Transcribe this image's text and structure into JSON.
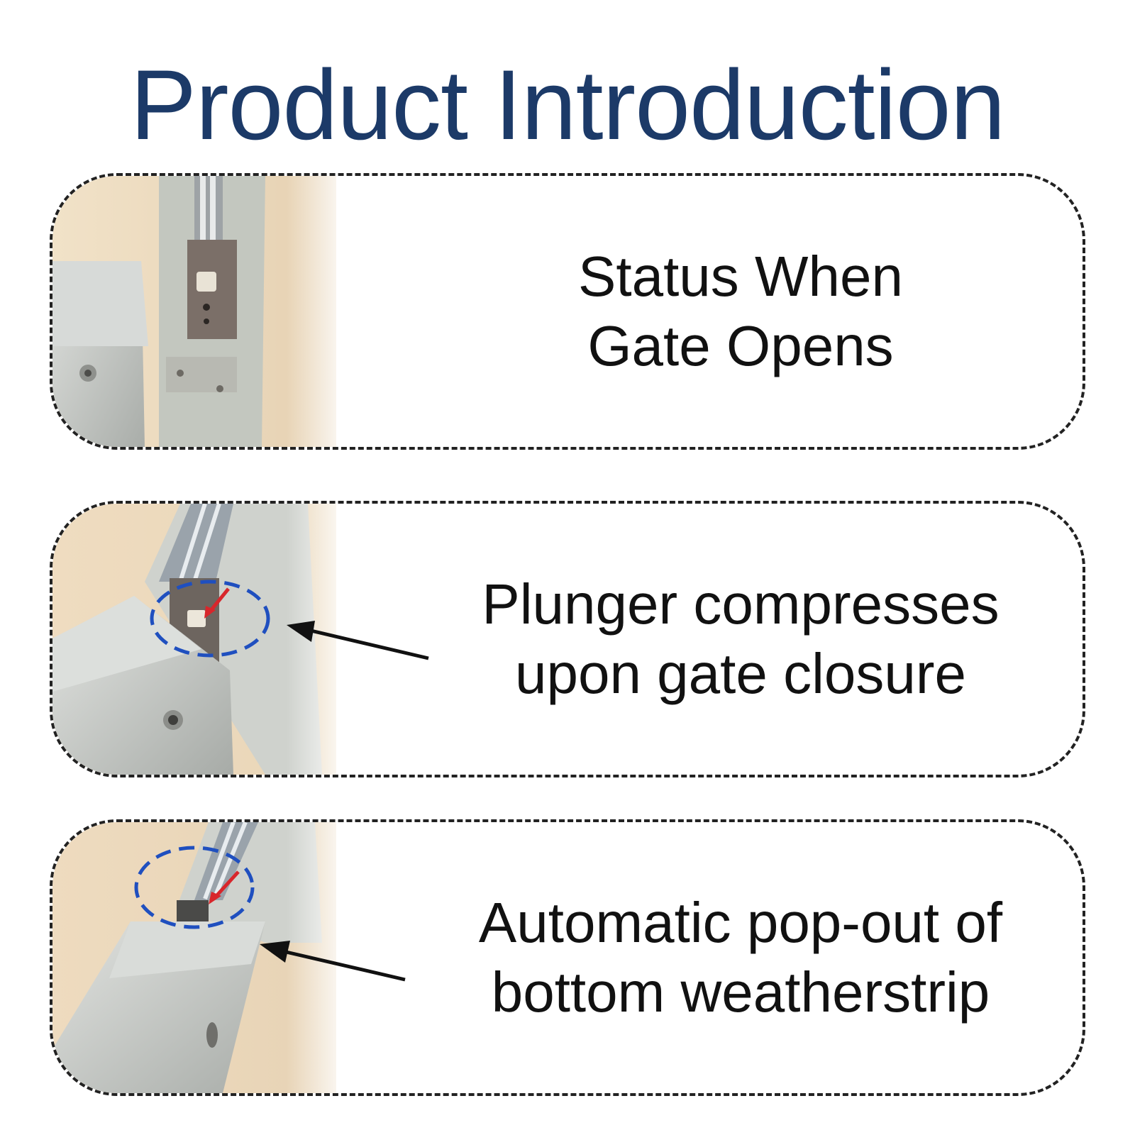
{
  "title": "Product Introduction",
  "panels": [
    {
      "caption_line1": "Status When",
      "caption_line2": "Gate Opens",
      "photo": "gate-hinge-open-photo"
    },
    {
      "caption_line1": "Plunger compresses",
      "caption_line2": "upon gate closure",
      "photo": "plunger-compressed-photo",
      "highlight": "blue-dashed-ellipse",
      "pointer": "red-arrow"
    },
    {
      "caption_line1": "Automatic pop-out of",
      "caption_line2": "bottom weatherstrip",
      "photo": "weatherstrip-popout-photo",
      "highlight": "blue-dashed-ellipse",
      "pointer": "red-arrow"
    }
  ],
  "colors": {
    "title": "#1c3a68",
    "border": "#222222",
    "highlight": "#1f4fbf",
    "pointer": "#d8262b",
    "wall": "#eddcc2",
    "metal": "#c9ccc9"
  }
}
